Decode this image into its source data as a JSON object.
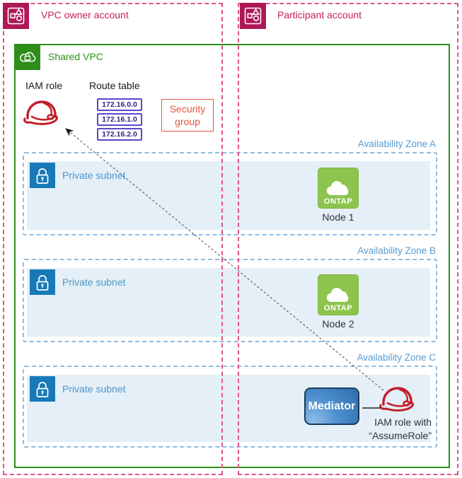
{
  "accounts": {
    "owner": {
      "label": "VPC owner account"
    },
    "participant": {
      "label": "Participant account"
    }
  },
  "shared_vpc": {
    "label": "Shared VPC"
  },
  "iam_role_label": "IAM role",
  "route_table": {
    "label": "Route table",
    "entries": [
      "172.16.0.0",
      "172.16.1.0",
      "172.16.2.0"
    ]
  },
  "security_group": {
    "label": "Security group"
  },
  "zones": [
    {
      "label": "Availability Zone A",
      "subnet": "Private subnet",
      "node_icon": "ONTAP",
      "node_label": "Node 1"
    },
    {
      "label": "Availability Zone B",
      "subnet": "Private subnet",
      "node_icon": "ONTAP",
      "node_label": "Node 2"
    },
    {
      "label": "Availability Zone C",
      "subnet": "Private subnet",
      "mediator": "Mediator",
      "iam_line1": "IAM role with",
      "iam_line2": "“AssumeRole”"
    }
  ],
  "colors": {
    "account_icon_bg": "#AE1857",
    "account_text": "#C81E5F",
    "account_dash": "#E0548A",
    "vpc_green": "#2F8E1B",
    "ontap_green": "#8DC44E",
    "lock_blue": "#1879B8",
    "subnet_fill": "#E4EFF7",
    "az_blue": "#579BD2",
    "route_purple": "#5847CE",
    "security_red": "#E4573D",
    "mediator_blue": "#3E81C4",
    "hat_red": "#C41F2A"
  }
}
